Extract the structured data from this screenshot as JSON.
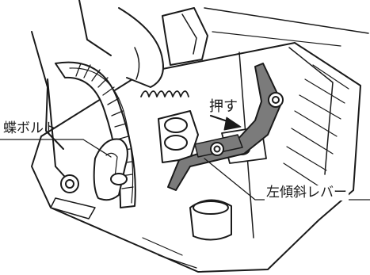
{
  "labels": {
    "push": "押す",
    "wing_bolt": "蝶ボルト",
    "left_bevel_lever": "左傾斜レバー"
  },
  "colors": {
    "ink": "#1a1a1a",
    "lever_fill": "#7b7b7b",
    "background": "#ffffff"
  }
}
